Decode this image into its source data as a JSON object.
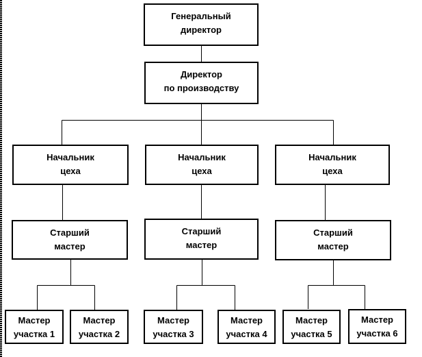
{
  "colors": {
    "background": "#ffffff",
    "box_border": "#000000",
    "connector_line": "#000000",
    "text": "#000000"
  },
  "nodes": {
    "general_director": {
      "line1": "Генеральный",
      "line2": "директор"
    },
    "production_director": {
      "line1": "Директор",
      "line2": "по производству"
    },
    "shop_head_1": {
      "line1": "Начальник",
      "line2": "цеха"
    },
    "shop_head_2": {
      "line1": "Начальник",
      "line2": "цеха"
    },
    "shop_head_3": {
      "line1": "Начальник",
      "line2": "цеха"
    },
    "senior_master_1": {
      "line1": "Старший",
      "line2": "мастер"
    },
    "senior_master_2": {
      "line1": "Старший",
      "line2": "мастер"
    },
    "senior_master_3": {
      "line1": "Старший",
      "line2": "мастер"
    },
    "section_master_1": {
      "line1": "Мастер",
      "line2": "участка 1"
    },
    "section_master_2": {
      "line1": "Мастер",
      "line2": "участка 2"
    },
    "section_master_3": {
      "line1": "Мастер",
      "line2": "участка 3"
    },
    "section_master_4": {
      "line1": "Мастер",
      "line2": "участка 4"
    },
    "section_master_5": {
      "line1": "Мастер",
      "line2": "участка 5"
    },
    "section_master_6": {
      "line1": "Мастер",
      "line2": "участка 6"
    }
  }
}
